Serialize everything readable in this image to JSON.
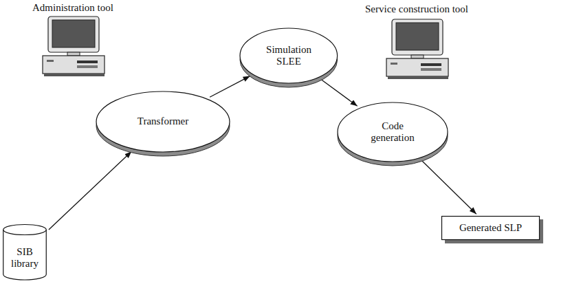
{
  "diagram": {
    "nodes": [
      {
        "text": [
          "SIB library"
        ]
      },
      {
        "text": [
          "Transformer"
        ]
      },
      {
        "text": [
          "Simulation SLEE"
        ]
      },
      {
        "text": [
          "Code generation"
        ]
      },
      {
        "text": [
          "Generated SLP"
        ]
      }
    ],
    "edges": [
      {
        "from": 0,
        "to": 1,
        "arrow": "to"
      },
      {
        "from": 1,
        "to": 2,
        "arrow": "to"
      },
      {
        "from": 2,
        "to": 3,
        "arrow": "to"
      },
      {
        "from": 3,
        "to": 4,
        "arrow": "to"
      }
    ],
    "labels": [
      "Administration tool",
      "Service construction tool"
    ]
  }
}
